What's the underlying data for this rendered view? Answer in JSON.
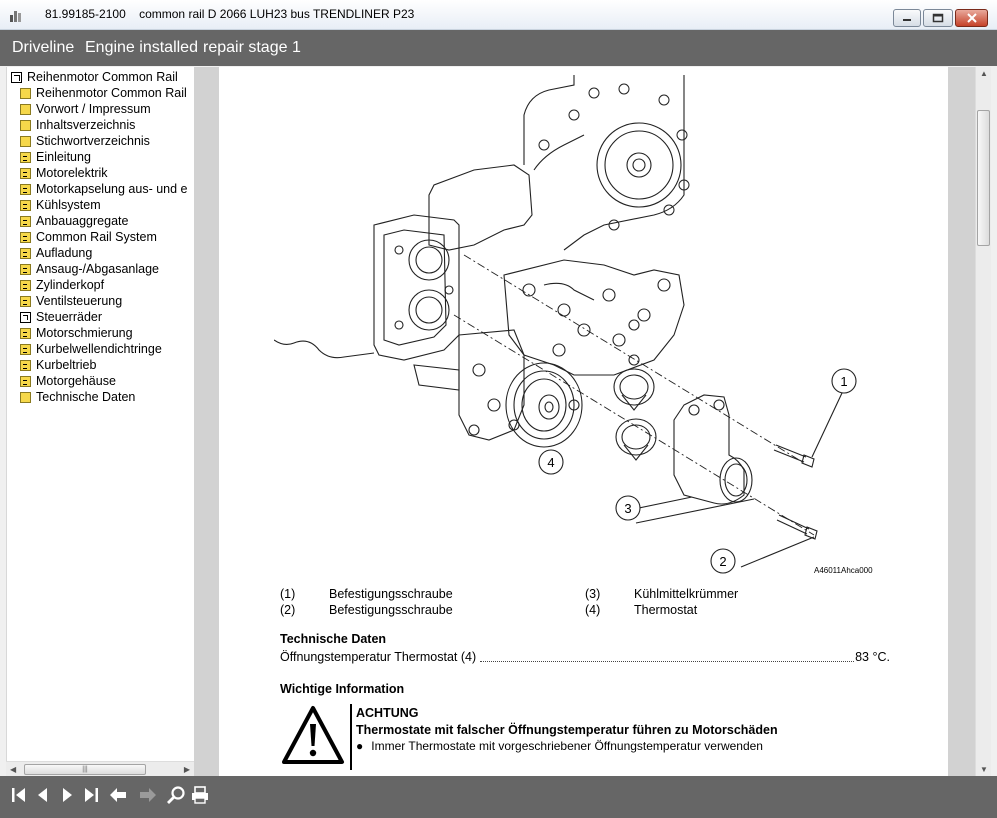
{
  "window": {
    "title_code": "81.99185-2100",
    "title_text": "common rail D 2066 LUH23 bus TRENDLINER P23"
  },
  "header": {
    "crumb1": "Driveline",
    "crumb2": "Engine installed",
    "crumb3": "repair stage 1"
  },
  "tree": {
    "root": "Reihenmotor Common Rail",
    "items": [
      {
        "label": "Reihenmotor Common Rail",
        "icon": "page-icon"
      },
      {
        "label": "Vorwort / Impressum",
        "icon": "page-icon"
      },
      {
        "label": "Inhaltsverzeichnis",
        "icon": "page-icon"
      },
      {
        "label": "Stichwortverzeichnis",
        "icon": "page-icon"
      },
      {
        "label": "Einleitung",
        "icon": "book-icon"
      },
      {
        "label": "Motorelektrik",
        "icon": "book-icon"
      },
      {
        "label": "Motorkapselung aus- und e",
        "icon": "book-icon"
      },
      {
        "label": "Kühlsystem",
        "icon": "book-icon"
      },
      {
        "label": "Anbauaggregate",
        "icon": "book-icon"
      },
      {
        "label": "Common Rail System",
        "icon": "book-icon"
      },
      {
        "label": "Aufladung",
        "icon": "book-icon"
      },
      {
        "label": "Ansaug-/Abgasanlage",
        "icon": "book-icon"
      },
      {
        "label": "Zylinderkopf",
        "icon": "book-icon"
      },
      {
        "label": "Ventilsteuerung",
        "icon": "book-icon"
      },
      {
        "label": "Steuerräder",
        "icon": "link-icon"
      },
      {
        "label": "Motorschmierung",
        "icon": "book-icon"
      },
      {
        "label": "Kurbelwellendichtringe",
        "icon": "book-icon"
      },
      {
        "label": "Kurbeltrieb",
        "icon": "book-icon"
      },
      {
        "label": "Motorgehäuse",
        "icon": "book-icon"
      },
      {
        "label": "Technische Daten",
        "icon": "page-icon"
      }
    ]
  },
  "drawing": {
    "callouts": [
      "1",
      "2",
      "3",
      "4"
    ],
    "figure_code": "A46011Ahca000"
  },
  "legend": [
    {
      "num": "(1)",
      "text": "Befestigungsschraube"
    },
    {
      "num": "(2)",
      "text": "Befestigungsschraube"
    },
    {
      "num": "(3)",
      "text": "Kühlmittelkrümmer"
    },
    {
      "num": "(4)",
      "text": "Thermostat"
    }
  ],
  "tech": {
    "heading": "Technische Daten",
    "label": "Öffnungstemperatur Thermostat (4)",
    "value": "83 °C."
  },
  "info": {
    "heading": "Wichtige Information",
    "warn_title": "ACHTUNG",
    "warn_sub": "Thermostate mit falscher Öffnungstemperatur führen zu Motorschäden",
    "warn_bullet": "Immer Thermostate mit vorgeschriebener Öffnungstemperatur verwenden"
  },
  "colors": {
    "header_bg": "#666666",
    "splitter": "#d2d2d2",
    "close_button": "#c54229"
  }
}
